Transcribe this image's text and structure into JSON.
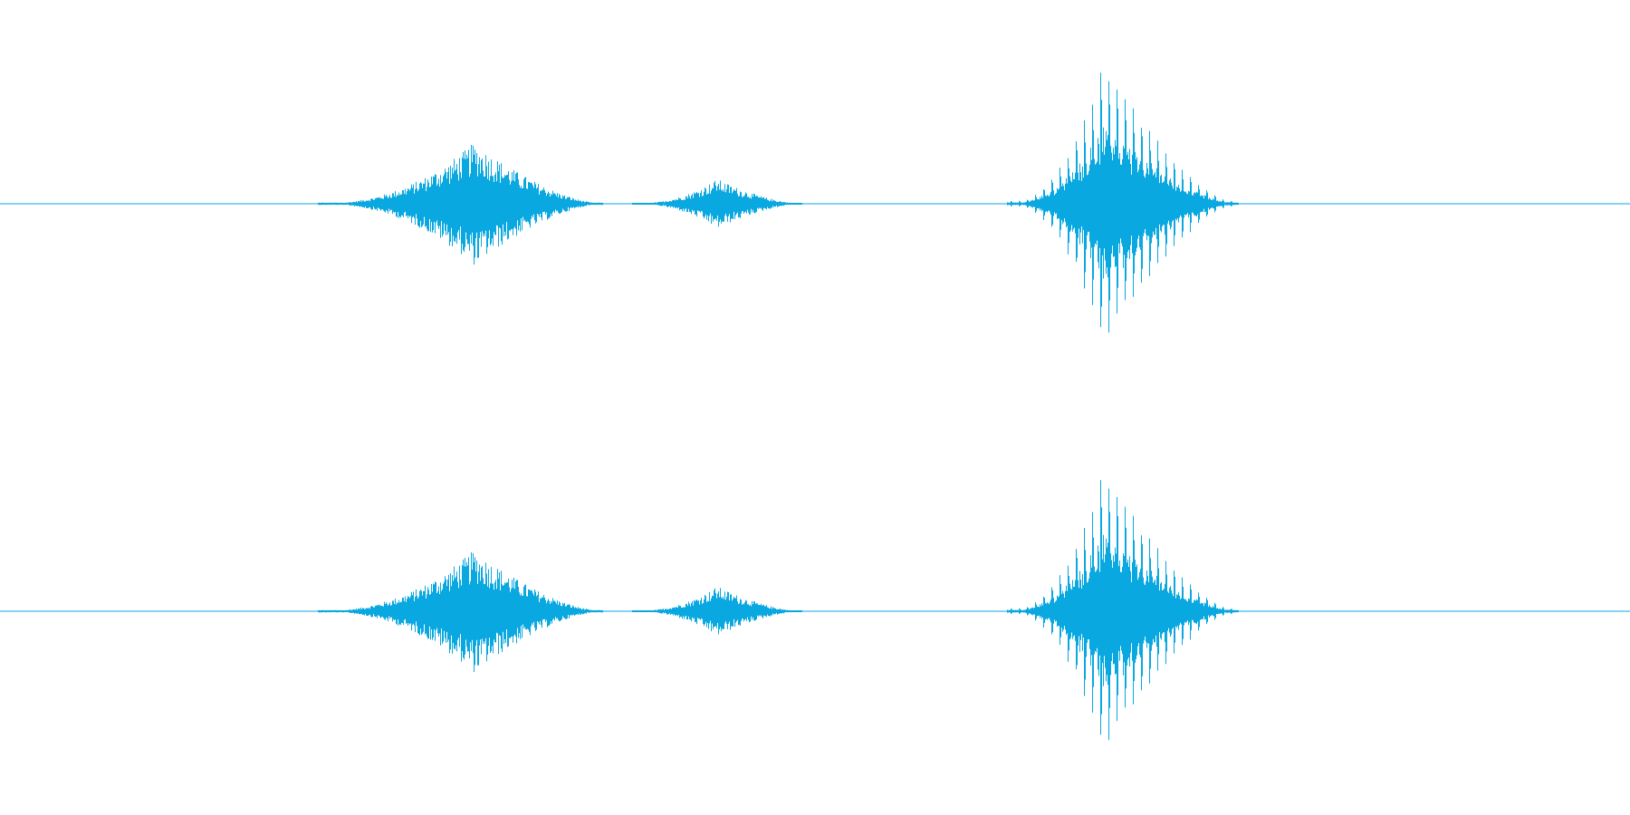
{
  "chart_data": {
    "type": "waveform",
    "channels": 2,
    "color": "#0aa8e0",
    "amplitude_range": [
      -1,
      1
    ],
    "duration": 1.0,
    "segments": [
      {
        "start": 0.195,
        "end": 0.37,
        "peak_time": 0.291,
        "peak_amp": 0.42,
        "shape": "noise"
      },
      {
        "start": 0.388,
        "end": 0.492,
        "peak_time": 0.44,
        "peak_amp": 0.17,
        "shape": "noise"
      },
      {
        "start": 0.618,
        "end": 0.76,
        "peak_time": 0.678,
        "peak_amp": 1.0,
        "shape": "voiced"
      }
    ]
  }
}
